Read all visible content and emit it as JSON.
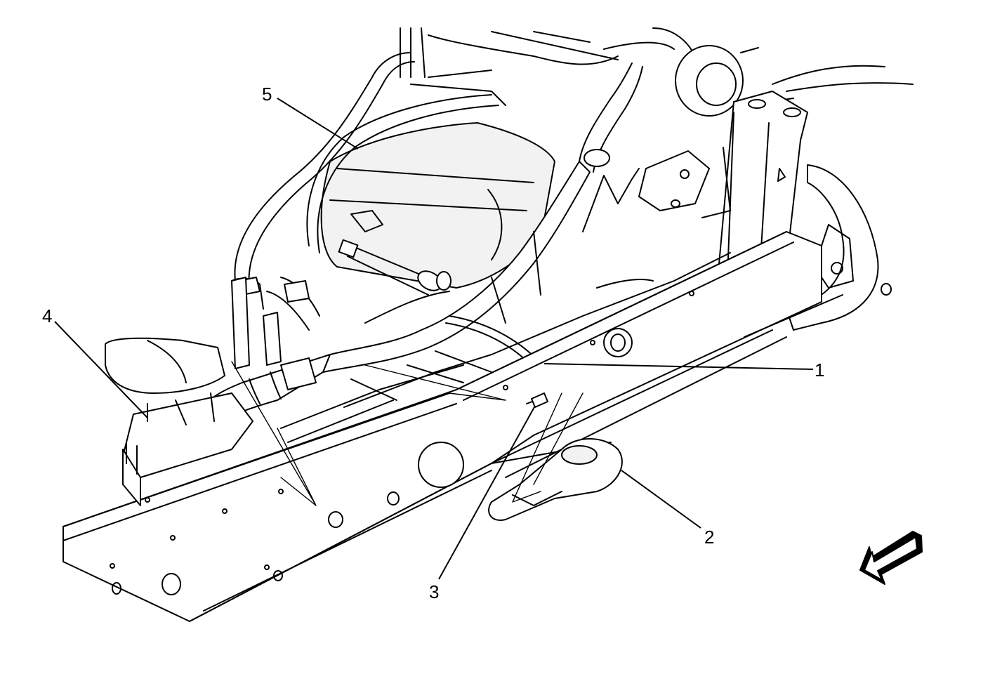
{
  "callouts": {
    "c1": "1",
    "c2": "2",
    "c3": "3",
    "c4": "4",
    "c5": "5"
  },
  "icons": {
    "front_arrow": "direction-arrow-icon"
  },
  "colors": {
    "line": "#000000",
    "background": "#ffffff",
    "arrow_fill": "#000000"
  }
}
